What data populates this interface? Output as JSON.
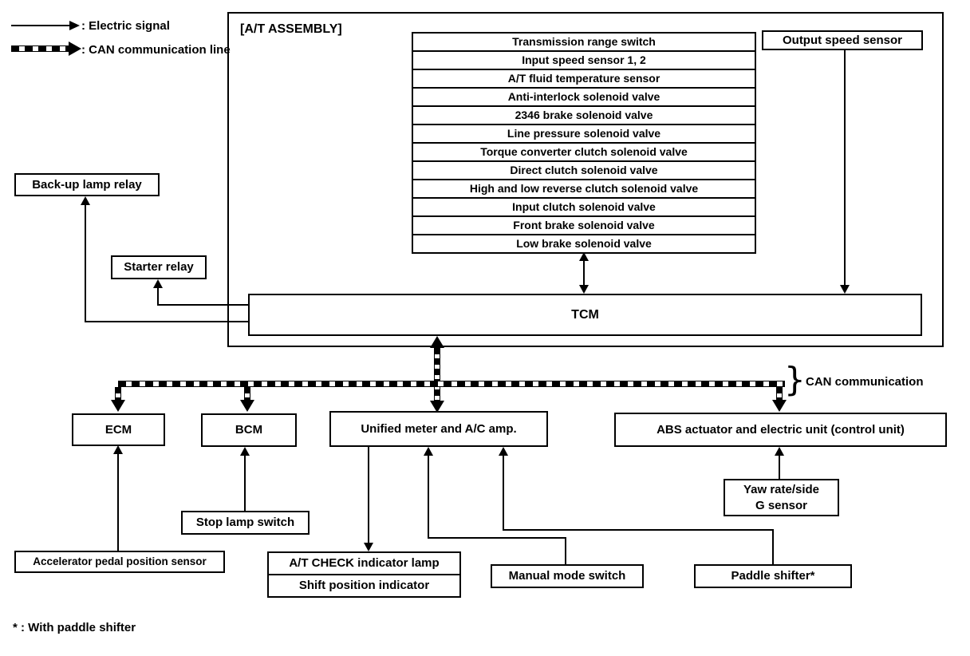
{
  "legend": {
    "electric_label": ": Electric signal",
    "can_label": ": CAN communication line"
  },
  "assembly": {
    "title": "[A/T ASSEMBLY]",
    "components": [
      "Transmission range switch",
      "Input speed sensor 1, 2",
      "A/T fluid temperature sensor",
      "Anti-interlock solenoid valve",
      "2346 brake solenoid valve",
      "Line pressure solenoid valve",
      "Torque converter clutch solenoid valve",
      "Direct clutch solenoid valve",
      "High and low reverse clutch solenoid valve",
      "Input clutch solenoid valve",
      "Front brake solenoid valve",
      "Low brake solenoid valve"
    ],
    "tcm_label": "TCM",
    "output_speed_sensor": "Output speed sensor"
  },
  "relays": {
    "backup_lamp": "Back-up lamp relay",
    "starter": "Starter relay"
  },
  "can": {
    "label": "CAN communication",
    "brace": "}"
  },
  "modules": {
    "ecm": "ECM",
    "bcm": "BCM",
    "unified_meter": "Unified meter and A/C amp.",
    "abs": "ABS actuator and electric unit (control unit)"
  },
  "peripherals": {
    "stop_lamp_switch": "Stop lamp switch",
    "accelerator_pedal_sensor": "Accelerator pedal position sensor",
    "at_check_rows": [
      "A/T CHECK indicator lamp",
      "Shift position indicator"
    ],
    "manual_mode_switch": "Manual mode switch",
    "paddle_shifter": "Paddle shifter*",
    "yaw_sensor_lines": [
      "Yaw rate/side",
      "G sensor"
    ]
  },
  "footnote": "* : With paddle shifter",
  "colors": {
    "line": "#000000",
    "background": "#ffffff"
  }
}
